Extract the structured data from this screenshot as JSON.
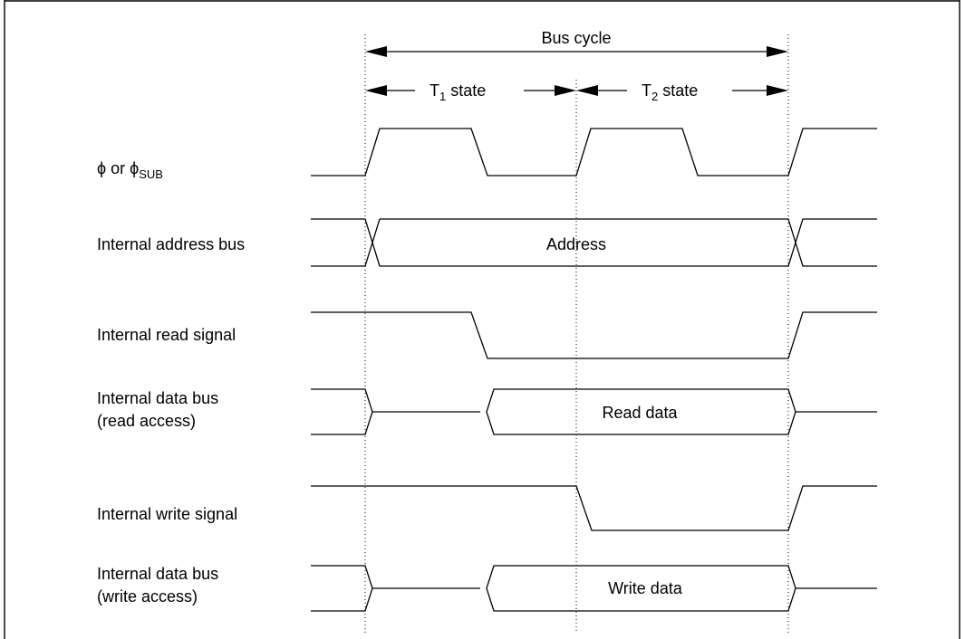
{
  "title": "",
  "bus_cycle": {
    "label": "Bus cycle"
  },
  "states": [
    {
      "prefix": "T",
      "subscript": "1",
      "suffix": " state"
    },
    {
      "prefix": "T",
      "subscript": "2",
      "suffix": " state"
    }
  ],
  "clock": {
    "symbol": "ϕ",
    "connector": " or ",
    "symbol2": "ϕ",
    "subscript": "SUB"
  },
  "signals": {
    "address_bus": "Internal address bus",
    "read_signal": "Internal read signal",
    "data_bus_read": [
      "Internal data bus",
      "(read access)"
    ],
    "write_signal": "Internal write signal",
    "data_bus_write": [
      "Internal data bus",
      "(write access)"
    ]
  },
  "bus_values": {
    "address": "Address",
    "read_data": "Read data",
    "write_data": "Write data"
  }
}
